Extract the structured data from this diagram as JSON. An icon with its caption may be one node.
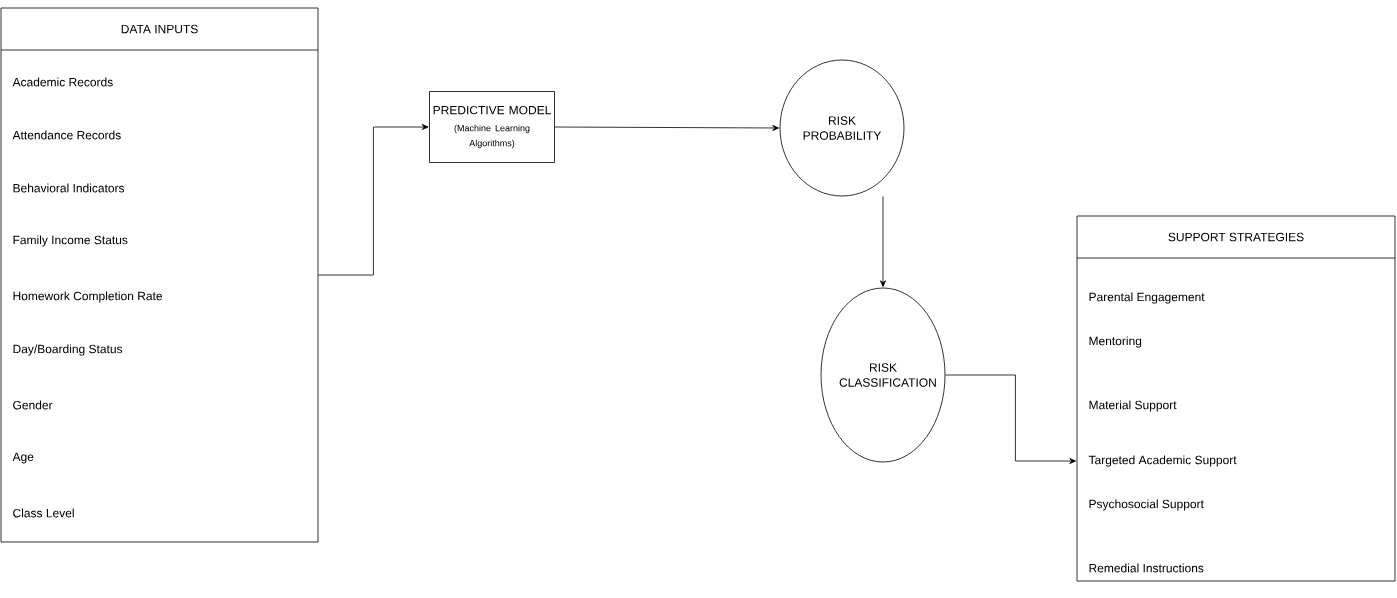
{
  "diagram": {
    "nodes": [
      {
        "text": [
          "DATA INPUTS",
          "Academic Records",
          "Attendance Records",
          "Behavioral Indicators",
          "Family Income Status",
          "Homework Completion Rate",
          "Day/Boarding Status",
          "Gender",
          "Age",
          "Class Level"
        ]
      },
      {
        "text": [
          "PREDICTIVE MODEL",
          "(Machine Learning Algorithms)"
        ]
      },
      {
        "text": [
          "RISK PROBABILITY"
        ]
      },
      {
        "text": [
          "RISK CLASSIFICATION"
        ]
      },
      {
        "text": [
          "SUPPORT STRATEGIES",
          "Parental Engagement",
          "Mentoring",
          "Material Support",
          "Targeted Academic Support",
          "Psychosocial Support",
          "Remedial Instructions"
        ]
      }
    ],
    "edges": [
      {
        "from": 0,
        "to": 1,
        "arrow": "to"
      },
      {
        "from": 1,
        "to": 2,
        "arrow": "to"
      },
      {
        "from": 2,
        "to": 3,
        "arrow": "to"
      },
      {
        "from": 3,
        "to": 4,
        "arrow": "to"
      }
    ]
  }
}
